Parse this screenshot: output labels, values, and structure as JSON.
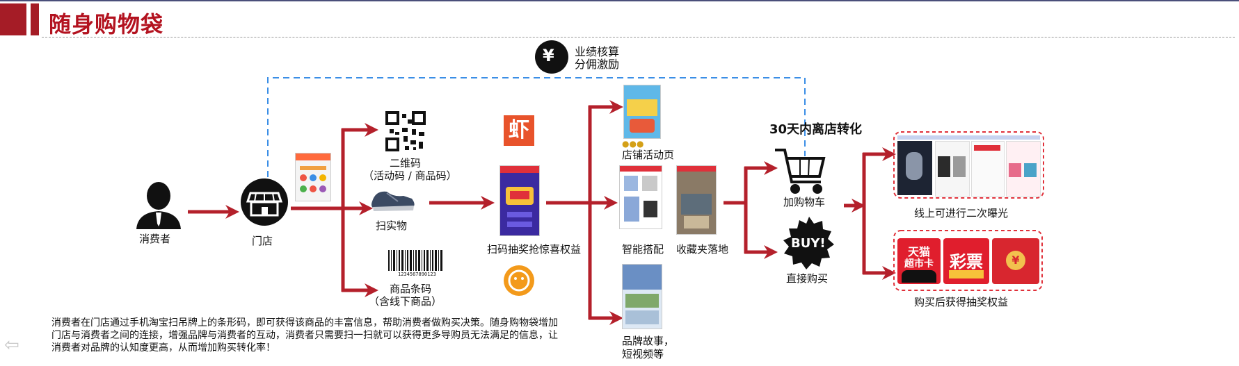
{
  "header": {
    "title": "随身购物袋"
  },
  "top_badge": {
    "symbol": "¥",
    "line1": "业绩核算",
    "line2": "分佣激励"
  },
  "nodes": {
    "consumer": "消费者",
    "store": "门店",
    "qrcode_line1": "二维码",
    "qrcode_line2": "（活动码 / 商品码）",
    "shoe": "扫实物",
    "barcode_line1": "商品条码",
    "barcode_line2": "（含线下商品）",
    "barcode_digits": "1234567890123",
    "scan_page": "扫码抽奖抢惊喜权益",
    "xia_logo": "虾",
    "shop_activity": "店铺活动页",
    "smart_match": "智能搭配",
    "favorites": "收藏夹落地",
    "brand_story_line1": "品牌故事，",
    "brand_story_line2": "短视频等",
    "conversion_title": "30天内离店转化",
    "add_cart": "加购物车",
    "buy_badge": "BUY!",
    "direct_buy": "直接购买",
    "online_exposure": "线上可进行二次曝光",
    "post_purchase": "购买后获得抽奖权益"
  },
  "rewards": {
    "tmall_line1": "天猫",
    "tmall_line2": "超市卡",
    "lottery": "彩票",
    "redpacket": "¥"
  },
  "description": "消费者在门店通过手机淘宝扫吊牌上的条形码，即可获得该商品的丰富信息，帮助消费者做购买决策。随身购物袋增加门店与消费者之间的连接，增强品牌与消费者的互动，消费者只需要扫一扫就可以获得更多导购员无法满足的信息，让消费者对品牌的认知度更高，从而增加购买转化率！",
  "colors": {
    "accent_red": "#b3121f",
    "arrow_red": "#b4202b",
    "dash_blue": "#3a8ee6",
    "dark": "#111111"
  }
}
